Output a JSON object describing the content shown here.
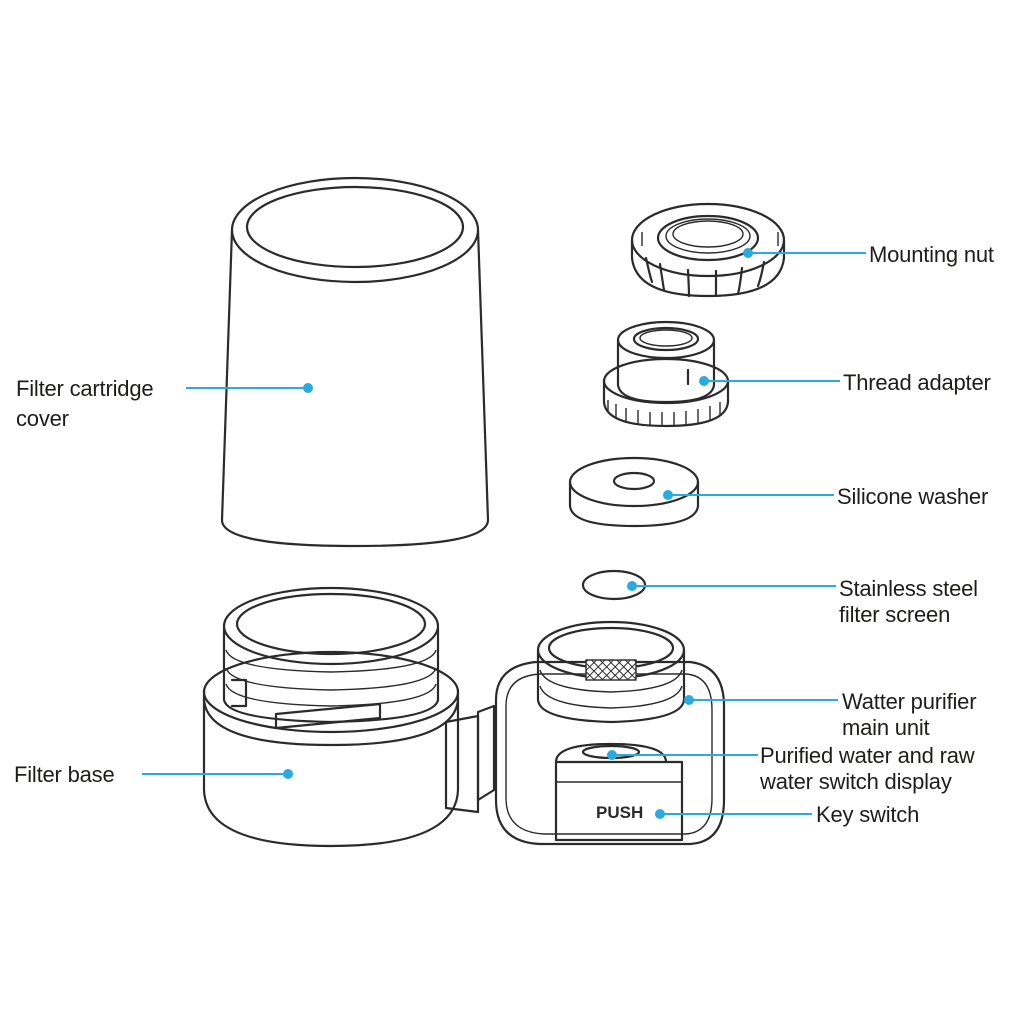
{
  "colors": {
    "callout": "#29abe2",
    "outline": "#2b2b2b",
    "text": "#1d1d1b",
    "background": "#ffffff"
  },
  "labels": {
    "mounting_nut": [
      "Mounting nut"
    ],
    "thread_adapter": [
      "Thread adapter"
    ],
    "silicone_washer": [
      "Silicone washer"
    ],
    "filter_screen": [
      "Stainless steel",
      "filter screen"
    ],
    "main_unit": [
      "Watter purifier",
      "main unit"
    ],
    "switch_display": [
      "Purified water and raw",
      "water switch display"
    ],
    "key_switch": [
      "Key switch"
    ],
    "cartridge_cover": [
      "Filter cartridge",
      "cover"
    ],
    "filter_base": [
      "Filter base"
    ]
  },
  "product": {
    "push_label": "PUSH"
  }
}
